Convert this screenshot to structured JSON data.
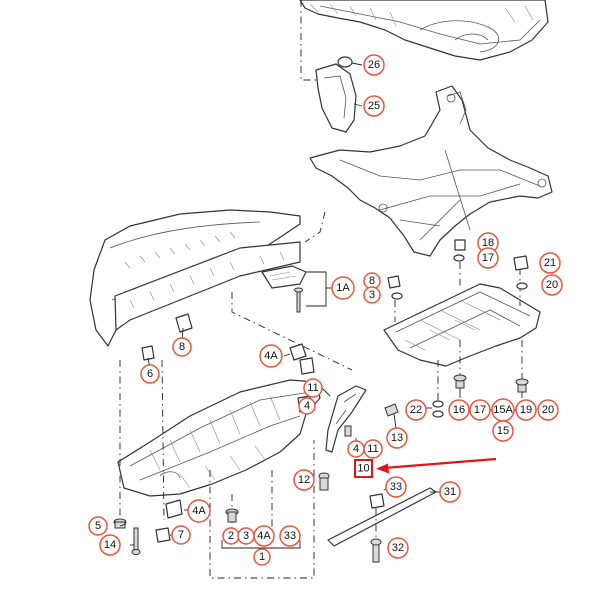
{
  "callouts": {
    "c26": "26",
    "c25": "25",
    "c18": "18",
    "c17a": "17",
    "c21": "21",
    "c20a": "20",
    "c1A": "1A",
    "c8a": "8",
    "c3a": "3",
    "c8b": "8",
    "c6": "6",
    "c4Aa": "4A",
    "c11a": "11",
    "c4a": "4",
    "c22": "22",
    "c16": "16",
    "c17b": "17",
    "c15A": "15A",
    "c19": "19",
    "c20b": "20",
    "c15": "15",
    "c13": "13",
    "c4b": "4",
    "c11b": "11",
    "c12": "12",
    "c33a": "33",
    "c31": "31",
    "c5": "5",
    "c4Ab": "4A",
    "c14": "14",
    "c7": "7",
    "c2": "2",
    "c3b": "3",
    "c4Ac": "4A",
    "c33b": "33",
    "c1": "1",
    "c32": "32"
  },
  "highlight": {
    "label": "10",
    "color": "#e01515"
  },
  "colors": {
    "callout_ring": "#e8553a",
    "arrow": "#e01515"
  }
}
